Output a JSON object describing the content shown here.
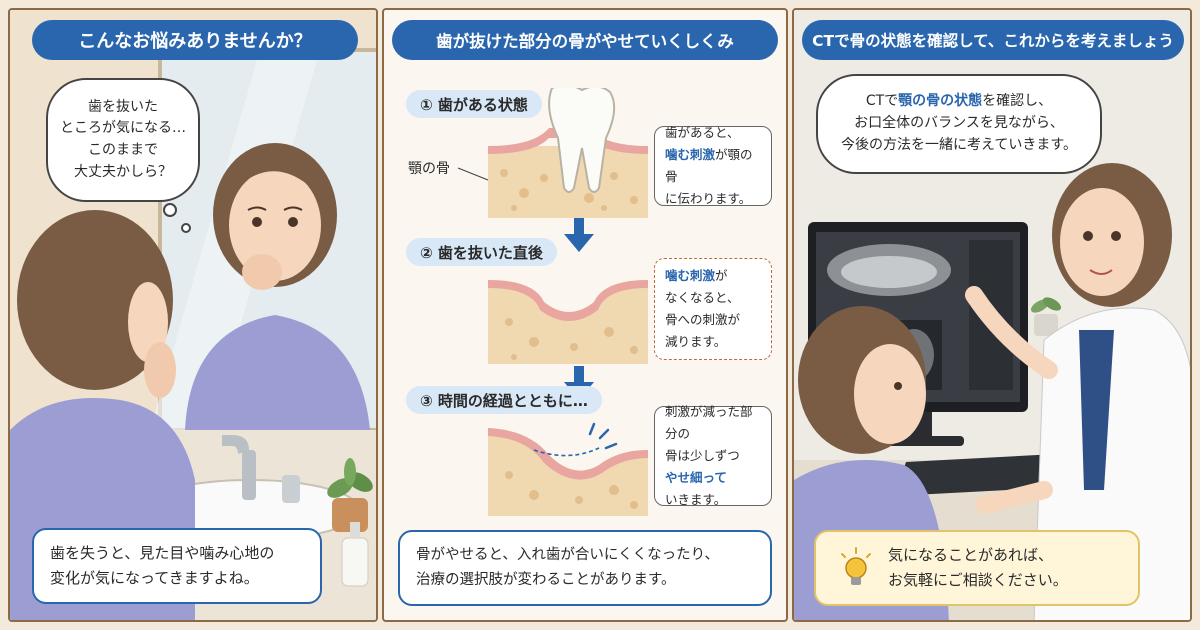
{
  "panel1": {
    "title": "こんなお悩みありませんか？",
    "thought": [
      "歯を抜いた",
      "ところが気になる…",
      "このままで",
      "大丈夫かしら？"
    ],
    "caption": [
      "歯を失うと、見た目や噛み心地の",
      "変化が気になってきますよね。"
    ]
  },
  "panel2": {
    "title": "歯が抜けた部分の骨がやせていくしくみ",
    "bone_label": "顎の骨",
    "steps": [
      {
        "label": "① 歯がある状態",
        "note_lines": [
          {
            "pre": "歯があると、",
            "hl": "",
            "post": ""
          },
          {
            "pre": "",
            "hl": "噛む刺激",
            "post": "が顎の骨"
          },
          {
            "pre": "に伝わります。",
            "hl": "",
            "post": ""
          }
        ]
      },
      {
        "label": "② 歯を抜いた直後",
        "note_lines": [
          {
            "pre": "",
            "hl": "噛む刺激",
            "post": "が"
          },
          {
            "pre": "なくなると、",
            "hl": "",
            "post": ""
          },
          {
            "pre": "骨への刺激が",
            "hl": "",
            "post": ""
          },
          {
            "pre": "減ります。",
            "hl": "",
            "post": ""
          }
        ]
      },
      {
        "label": "③ 時間の経過とともに…",
        "note_lines": [
          {
            "pre": "刺激が減った部分の",
            "hl": "",
            "post": ""
          },
          {
            "pre": "骨は少しずつ",
            "hl": "",
            "post": ""
          },
          {
            "pre": "",
            "hl": "やせ細って",
            "post": ""
          },
          {
            "pre": "いきます。",
            "hl": "",
            "post": ""
          }
        ]
      }
    ],
    "summary": [
      "骨がやせると、入れ歯が合いにくくなったり、",
      "治療の選択肢が変わることがあります。"
    ]
  },
  "panel3": {
    "title": "CTで骨の状態を確認して、これからを考えましょう",
    "speech": {
      "line1_pre": "CTで",
      "line1_hl": "顎の骨の状態",
      "line1_post": "を確認し、",
      "line2": "お口全体のバランスを見ながら、",
      "line3": "今後の方法を一緒に考えていきます。"
    },
    "tip": [
      "気になることがあれば、",
      "お気軽にご相談ください。"
    ]
  },
  "colors": {
    "accent": "#2a66ad",
    "frame": "#8c6a46",
    "bone": "#f0d9b0",
    "gum": "#e9a6a0"
  }
}
